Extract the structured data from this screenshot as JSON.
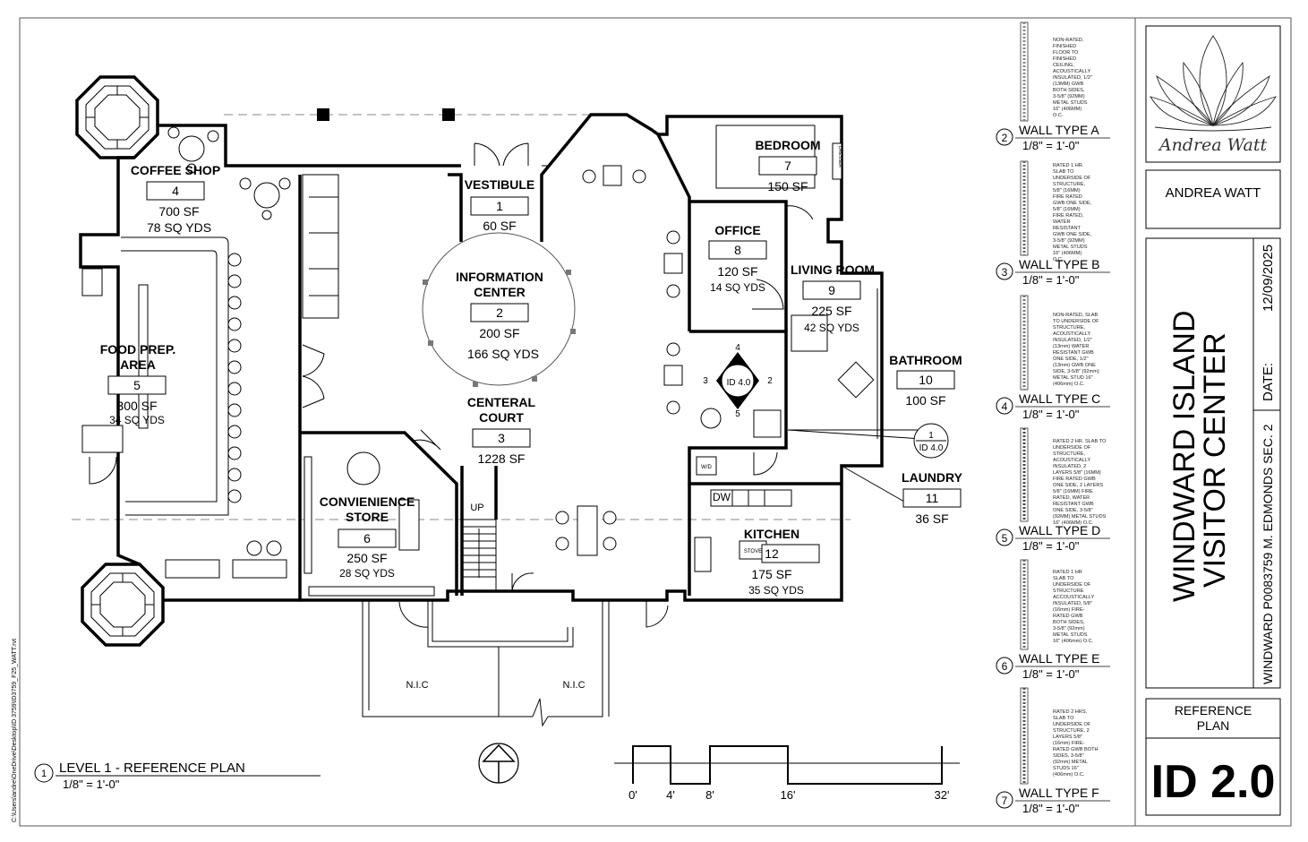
{
  "plan": {
    "title": "LEVEL 1 - REFERENCE PLAN",
    "scale": "1/8\" = 1'-0\"",
    "view_number": "1",
    "side_path": "C:\\Users\\andre\\OneDrive\\Desktop\\ID 3759\\ID3759_F25_WATT.rvt",
    "rooms": [
      {
        "name": "COFFEE SHOP",
        "number": "4",
        "area": "700 SF",
        "yds": "78 SQ YDS"
      },
      {
        "name": "VESTIBULE",
        "number": "1",
        "area": "60 SF",
        "yds": ""
      },
      {
        "name": "BEDROOM",
        "number": "7",
        "area": "150 SF",
        "yds": ""
      },
      {
        "name": "OFFICE",
        "number": "8",
        "area": "120 SF",
        "yds": "14 SQ YDS"
      },
      {
        "name": "LIVING ROOM",
        "number": "9",
        "area": "225 SF",
        "yds": "42 SQ YDS"
      },
      {
        "name": "INFORMATION CENTER",
        "line1": "INFORMATION",
        "line2": "CENTER",
        "number": "2",
        "area": "200 SF",
        "yds": "166 SQ YDS"
      },
      {
        "name": "FOOD PREP. AREA",
        "line1": "FOOD PREP.",
        "line2": "AREA",
        "number": "5",
        "area": "300 SF",
        "yds": "34 SQ YDS"
      },
      {
        "name": "BATHROOM",
        "number": "10",
        "area": "100 SF",
        "yds": ""
      },
      {
        "name": "CENTERAL COURT",
        "line1": "CENTERAL",
        "line2": "COURT",
        "number": "3",
        "area": "1228 SF",
        "yds": ""
      },
      {
        "name": "LAUNDRY",
        "number": "11",
        "area": "36 SF",
        "yds": ""
      },
      {
        "name": "CONVIENIENCE STORE",
        "line1": "CONVIENIENCE",
        "line2": "STORE",
        "number": "6",
        "area": "250 SF",
        "yds": "28 SQ YDS"
      },
      {
        "name": "KITCHEN",
        "number": "12",
        "area": "175 SF",
        "yds": "35 SQ YDS"
      }
    ],
    "annotations": {
      "nic": "N.I.C",
      "up": "UP",
      "dw": "DW",
      "stove": "STOVE",
      "wd": "W/D",
      "dresser": "DRESSER",
      "elev_tag": "ID 4.0",
      "elev_marks": [
        "4",
        "3",
        "2",
        "5"
      ],
      "detail_num": "1",
      "detail_ref": "ID 4.0"
    },
    "scale_bar": {
      "ticks": [
        "0'",
        "4'",
        "8'",
        "16'",
        "32'"
      ]
    }
  },
  "wall_types": [
    {
      "num": "2",
      "label": "WALL TYPE A",
      "scale": "1/8\" = 1'-0\"",
      "note": [
        "NON-RATED,",
        "FINISHED",
        "FLOOR TO",
        "FINISHED",
        "CEILING,",
        "ACOUSTICALLY",
        "INSULATED, 1/2\"",
        "(13MM) GWB",
        "BOTH SIDES,",
        "3-5/8\" (92MM)",
        "METAL STUDS",
        "16\" (406MM)",
        "O.C."
      ]
    },
    {
      "num": "3",
      "label": "WALL TYPE B",
      "scale": "1/8\" = 1'-0\"",
      "note": [
        "RATED 1 HR.",
        "SLAB TO",
        "UNDERSIDE OF",
        "STRUCTURE,",
        "5/8\" (16MM)",
        "FIRE RATED",
        "GWB ONE SIDE,",
        "5/8\" (16MM)",
        "FIRE RATED,",
        "WATER",
        "RESISTANT",
        "GWB ONE SIDE,",
        "3-5/8\" (92MM)",
        "METAL STUDS",
        "16\" (406MM)",
        "O.C."
      ]
    },
    {
      "num": "4",
      "label": "WALL TYPE C",
      "scale": "1/8\" = 1'-0\"",
      "note": [
        "NON-RATED, SLAB",
        "TO UNDERSIDE OF",
        "STRUCTURE,",
        "ACOUSTICALLY",
        "INSULATED, 1/2\"",
        "(13mm) WATER",
        "RESISTANT GWB",
        "ONE SIDE, 1/2\"",
        "(13mm) GWB ONE",
        "SIDE, 3-5/8\" (92mm)",
        "METAL STUD 16\"",
        "(406mm) O.C."
      ]
    },
    {
      "num": "5",
      "label": "WALL TYPE D",
      "scale": "1/8\" = 1'-0\"",
      "note": [
        "RATED 2 HR. SLAB TO",
        "UNDERSIDE OF",
        "STRUCTURE,",
        "ACOUSTICALLY",
        "INSULATED, 2",
        "LAYERS 5/8\" (16MM)",
        "FIRE RATED GWB",
        "ONE SIDE, 2 LAYERS",
        "5/8\" (16MM) FIRE",
        "RATED, WATER",
        "RESISTANT GWB",
        "ONE SIDE, 3-5/8\"",
        "(92MM) METAL STUDS",
        "16\" (406MM) O.C."
      ]
    },
    {
      "num": "6",
      "label": "WALL TYPE E",
      "scale": "1/8\" = 1'-0\"",
      "note": [
        "RATED 1 HR",
        "SLAB TO",
        "UNDERSIDE OF",
        "STRUCTURE",
        "ACCOUSTICALLY",
        "INSULATED, 5/8\"",
        "(16mm) FIRE-",
        "RATED GWB",
        "BOTH SIDES,",
        "3-5/8\" (92mm)",
        "METAL STUDS",
        "16\" (406mm) O.C."
      ]
    },
    {
      "num": "7",
      "label": "WALL TYPE F",
      "scale": "1/8\" = 1'-0\"",
      "note": [
        "RATED 2 HRS.",
        "SLAB TO",
        "UNDERSIDE OF",
        "STRUCTURE, 2",
        "LAYERS 5/8\"",
        "(16mm) FIRE-",
        "RATED GWB BOTH",
        "SIDES, 3-5/8\"",
        "(92mm) METAL",
        "STUDS 16\"",
        "(406mm) O.C."
      ]
    }
  ],
  "title_block": {
    "logo_script": "Andrea Watt",
    "designer": "ANDREA WATT",
    "project_line1": "WINDWARD ISLAND",
    "project_line2": "VISITOR CENTER",
    "address": "WINDWARD P0083759 M. EDMONDS SEC. 2",
    "date_label": "DATE:",
    "date": "12/09/2025",
    "sheet_title_line1": "REFERENCE",
    "sheet_title_line2": "PLAN",
    "sheet_number": "ID 2.0"
  }
}
